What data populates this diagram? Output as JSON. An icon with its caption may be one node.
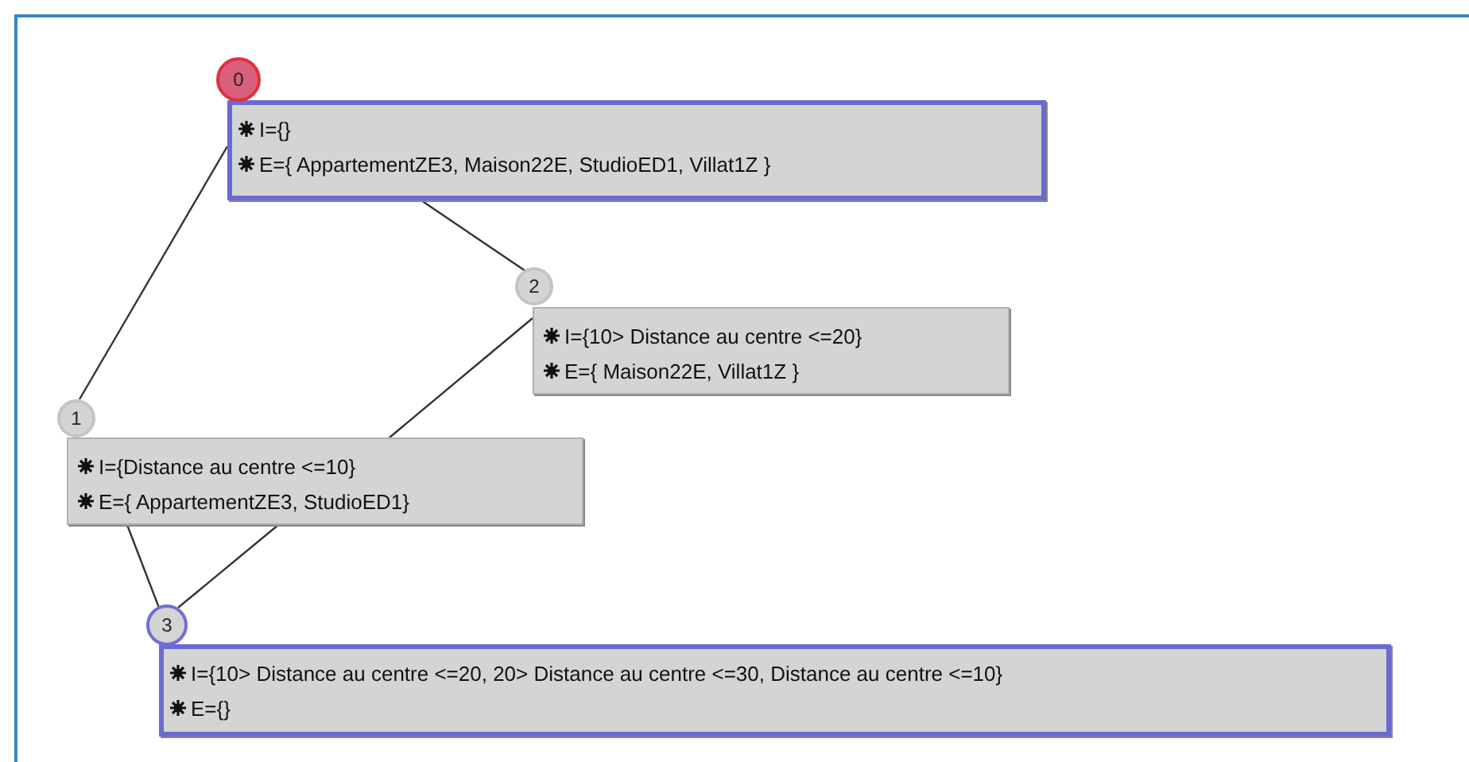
{
  "diagram": {
    "nodes": [
      {
        "text": [
          "0",
          "I={}",
          "E={ AppartementZE3,  Maison22E,  StudioED1, Villat1Z }"
        ]
      },
      {
        "text": [
          "1",
          "I={Distance au centre <=10}",
          "E={ AppartementZE3,  StudioED1}"
        ]
      },
      {
        "text": [
          "2",
          "I={10> Distance au centre <=20}",
          "E={ Maison22E, Villat1Z }"
        ]
      },
      {
        "text": [
          "3",
          "I={10> Distance au centre <=20, 20> Distance au centre <=30, Distance au centre <=10}",
          "E={}"
        ]
      }
    ],
    "edges": [
      {
        "from": 0,
        "to": 1,
        "arrow": "none"
      },
      {
        "from": 0,
        "to": 2,
        "arrow": "none"
      },
      {
        "from": 2,
        "to": 1,
        "arrow": "none"
      },
      {
        "from": 1,
        "to": 3,
        "arrow": "none"
      },
      {
        "from": 1,
        "to": 3,
        "arrow": "none"
      }
    ]
  }
}
